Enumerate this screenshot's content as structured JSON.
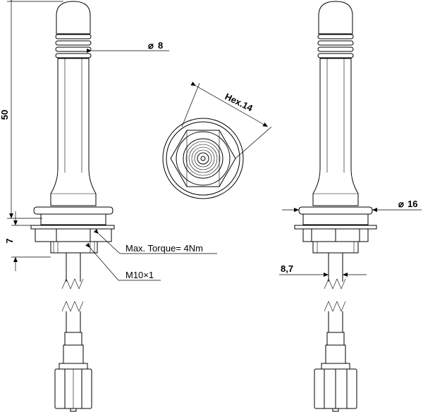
{
  "dimensions": {
    "tip_diameter": "8",
    "length": "50",
    "thread_length": "7",
    "hex_size": "Hex.14",
    "base_diameter": "16",
    "cable_offset": "8,7"
  },
  "symbols": {
    "diameter": "⌀"
  },
  "notes": {
    "torque": "Max. Torque= 4Nm",
    "thread": "M10×1"
  }
}
